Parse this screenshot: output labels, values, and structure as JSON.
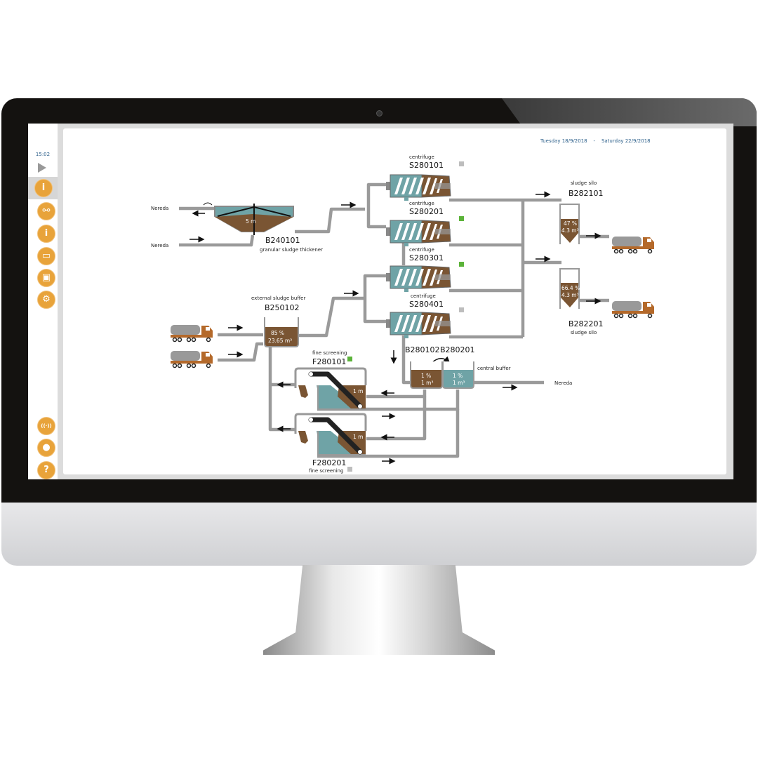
{
  "sidebar": {
    "time": "15:02",
    "items": [
      {
        "icon": "location-info-icon",
        "glyph": "i",
        "active": true
      },
      {
        "icon": "network-icon",
        "glyph": "⚯"
      },
      {
        "icon": "search-info-icon",
        "glyph": "i"
      },
      {
        "icon": "monitor-chart-icon",
        "glyph": "▭"
      },
      {
        "icon": "monitor-settings-icon",
        "glyph": "▣"
      },
      {
        "icon": "gear-icon",
        "glyph": "⚙"
      },
      {
        "icon": "signal-icon",
        "glyph": "((·))"
      },
      {
        "icon": "user-icon",
        "glyph": "●"
      },
      {
        "icon": "help-icon",
        "glyph": "?"
      }
    ]
  },
  "header": {
    "date_from": "Tuesday 18/9/2018",
    "separator": "-",
    "date_to": "Saturday 22/9/2018"
  },
  "colors": {
    "water": "#6fa3a6",
    "sludge": "#7a5533",
    "pipe": "#9a9a9a",
    "status_on": "#5bb339",
    "status_off": "#bdbdbd",
    "accent": "#e8a33a",
    "truck_cab": "#b4692a"
  },
  "diagram": {
    "nereda_in_top": "Nereda",
    "nereda_in_bottom": "Nereda",
    "nereda_out": "Nereda",
    "thickener": {
      "id": "B240101",
      "label": "granular sludge thickener",
      "level": "5  m"
    },
    "centrifuges": [
      {
        "label": "centrifuge",
        "id": "S280101",
        "status": "off"
      },
      {
        "label": "centrifuge",
        "id": "S280201",
        "status": "on"
      },
      {
        "label": "centrifuge",
        "id": "S280301",
        "status": "on"
      },
      {
        "label": "centrifuge",
        "id": "S280401",
        "status": "off"
      }
    ],
    "silos": [
      {
        "label": "sludge silo",
        "id": "B282101",
        "percent": "47  %",
        "volume": "4.3  m³"
      },
      {
        "label": "sludge silo",
        "id": "B282201",
        "percent": "66.4 %",
        "volume": "4.3  m³"
      }
    ],
    "external_buffer": {
      "label": "external sludge buffer",
      "id": "B250102",
      "percent": "85     %",
      "volume": "23.65  m³"
    },
    "fine_screening": [
      {
        "label": "fine screening",
        "id": "F280101",
        "level": "1  m",
        "status": "on"
      },
      {
        "label": "fine screening",
        "id": "F280201",
        "level": "1  m",
        "status": "off"
      }
    ],
    "central_buffer": {
      "label": "central buffer",
      "tanks": [
        {
          "id": "B280102",
          "percent": "1  %",
          "volume": "1  m³"
        },
        {
          "id": "B280201",
          "percent": "1  %",
          "volume": "1  m³"
        }
      ]
    }
  }
}
